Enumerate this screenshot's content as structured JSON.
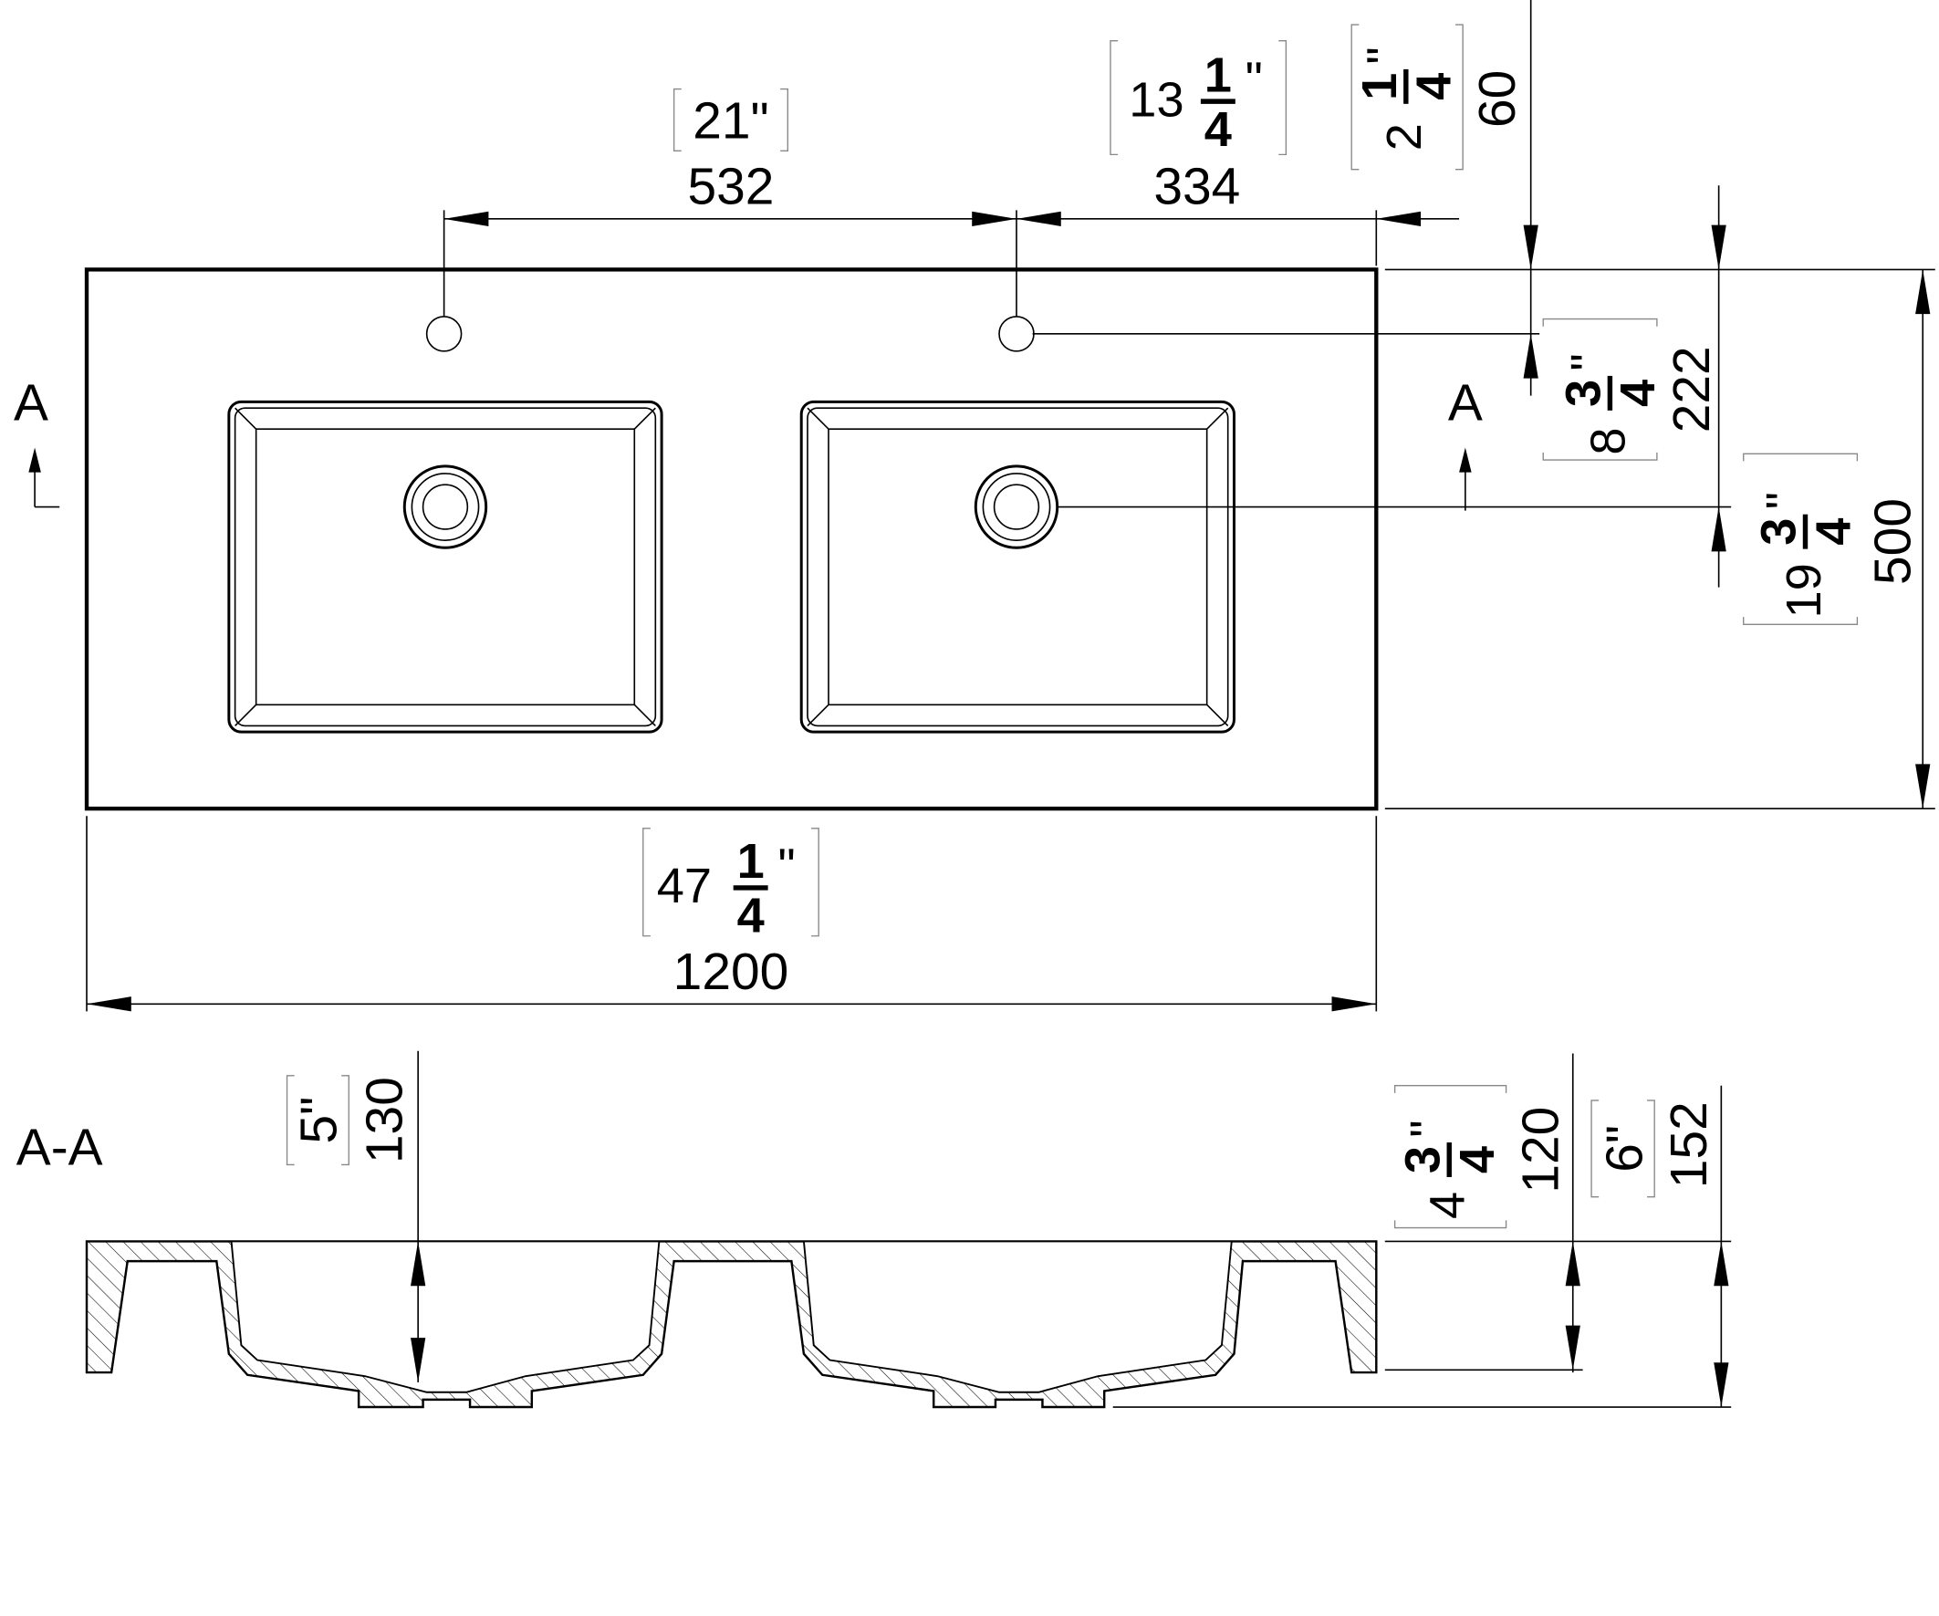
{
  "plan": {
    "dim_hole_spacing": {
      "mm": "532",
      "inch": "21\""
    },
    "dim_hole_to_edge": {
      "mm": "334",
      "inch": {
        "whole": "13",
        "num": "1",
        "den": "4",
        "unit": "\""
      }
    },
    "dim_hole_from_back": {
      "mm": "60",
      "inch": {
        "whole": "2",
        "num": "1",
        "den": "4",
        "unit": "\""
      }
    },
    "dim_drain_from_back": {
      "mm": "222",
      "inch": {
        "whole": "8",
        "num": "3",
        "den": "4",
        "unit": "\""
      }
    },
    "dim_depth": {
      "mm": "500",
      "inch": {
        "whole": "19",
        "num": "3",
        "den": "4",
        "unit": "\""
      }
    },
    "dim_width": {
      "mm": "1200",
      "inch": {
        "whole": "47",
        "num": "1",
        "den": "4",
        "unit": "\""
      }
    },
    "section_mark_left": "A",
    "section_mark_right": "A"
  },
  "section": {
    "label": "A-A",
    "dim_basin_depth": {
      "mm": "130",
      "inch": "5\""
    },
    "dim_skirt_height": {
      "mm": "120",
      "inch": {
        "whole": "4",
        "num": "3",
        "den": "4",
        "unit": "\""
      }
    },
    "dim_total_height": {
      "mm": "152",
      "inch": "6\""
    }
  }
}
